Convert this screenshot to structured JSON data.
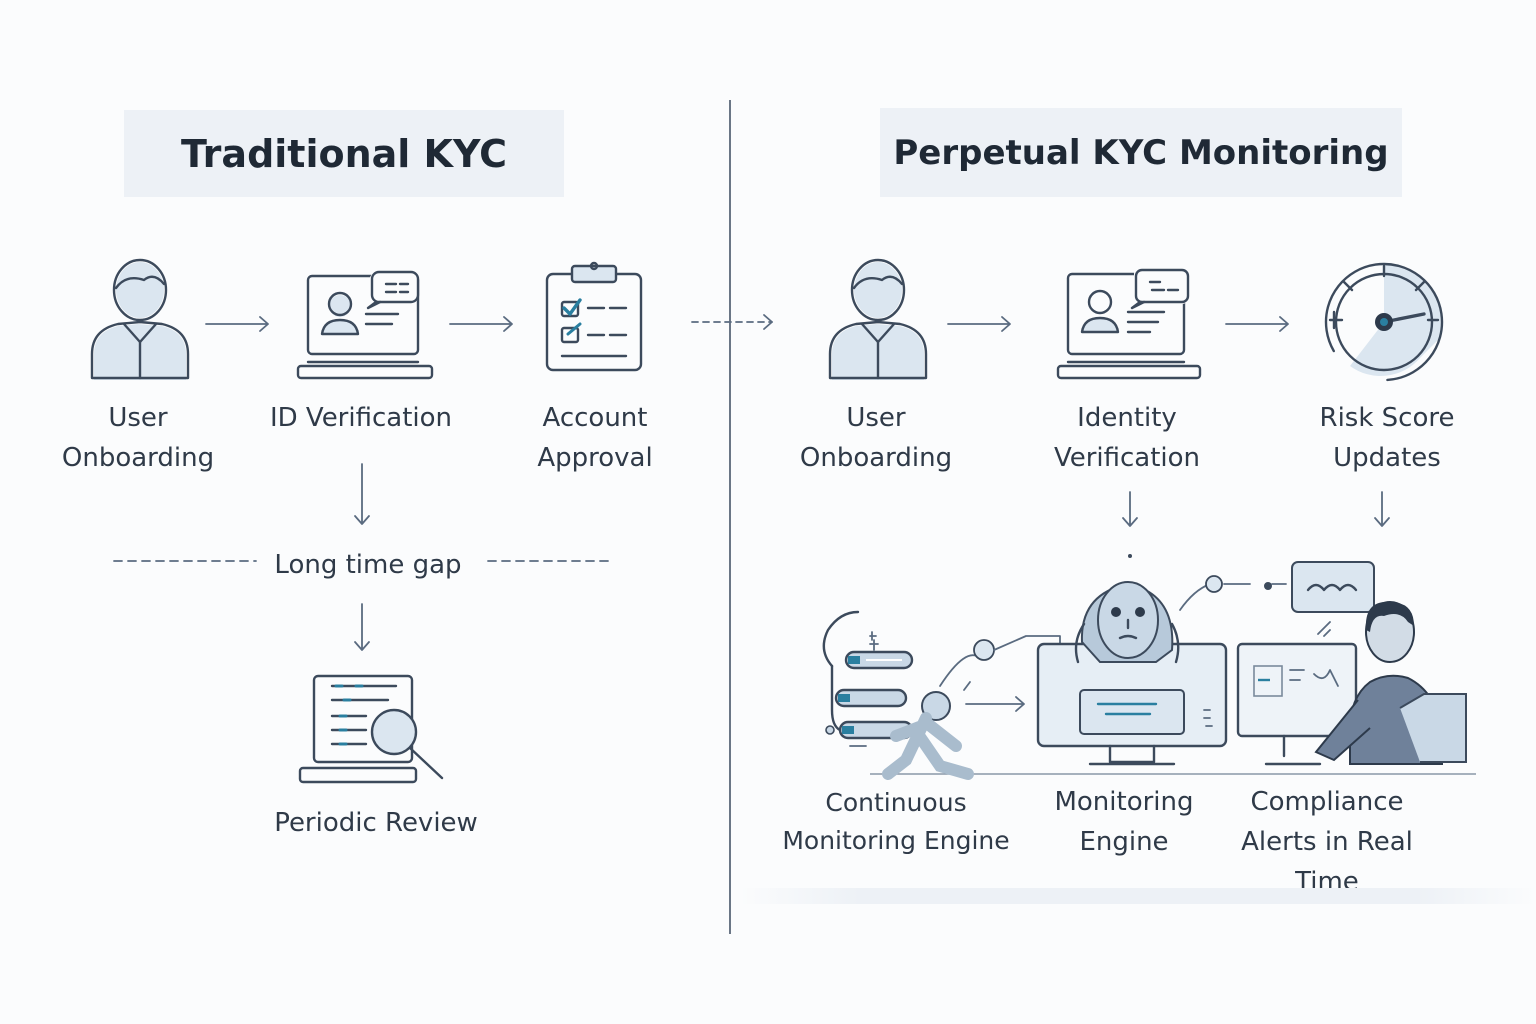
{
  "traditional": {
    "title": "Traditional KYC",
    "steps": [
      {
        "line1": "User",
        "line2": "Onboarding",
        "icon": "user-icon"
      },
      {
        "line1": "ID Verification",
        "line2": "",
        "icon": "id-verification-icon"
      },
      {
        "line1": "Account",
        "line2": "Approval",
        "icon": "clipboard-checklist-icon"
      }
    ],
    "gap_label": "Long time gap",
    "review": {
      "label": "Periodic Review",
      "icon": "document-magnifier-icon"
    }
  },
  "perpetual": {
    "title": "Perpetual KYC Monitoring",
    "steps": [
      {
        "line1": "User",
        "line2": "Onboarding",
        "icon": "user-icon"
      },
      {
        "line1": "Identity",
        "line2": "Verification",
        "icon": "id-verification-icon"
      },
      {
        "line1": "Risk Score",
        "line2": "Updates",
        "icon": "gauge-icon"
      }
    ],
    "bottom": [
      {
        "line1": "Continuous",
        "line2": "Monitoring Engine",
        "line3": "",
        "icon": "data-pipeline-illustration"
      },
      {
        "line1": "Monitoring",
        "line2": "Engine",
        "line3": "",
        "icon": "ai-robot-monitor-illustration"
      },
      {
        "line1": "Compliance",
        "line2": "Alerts in Real",
        "line3": "Time",
        "icon": "analyst-workstation-illustration"
      }
    ]
  },
  "colors": {
    "accent": "#3c4a5c",
    "fill": "#dbe6f0",
    "title_bg": "#edf1f6",
    "teal": "#2a7fa0"
  }
}
